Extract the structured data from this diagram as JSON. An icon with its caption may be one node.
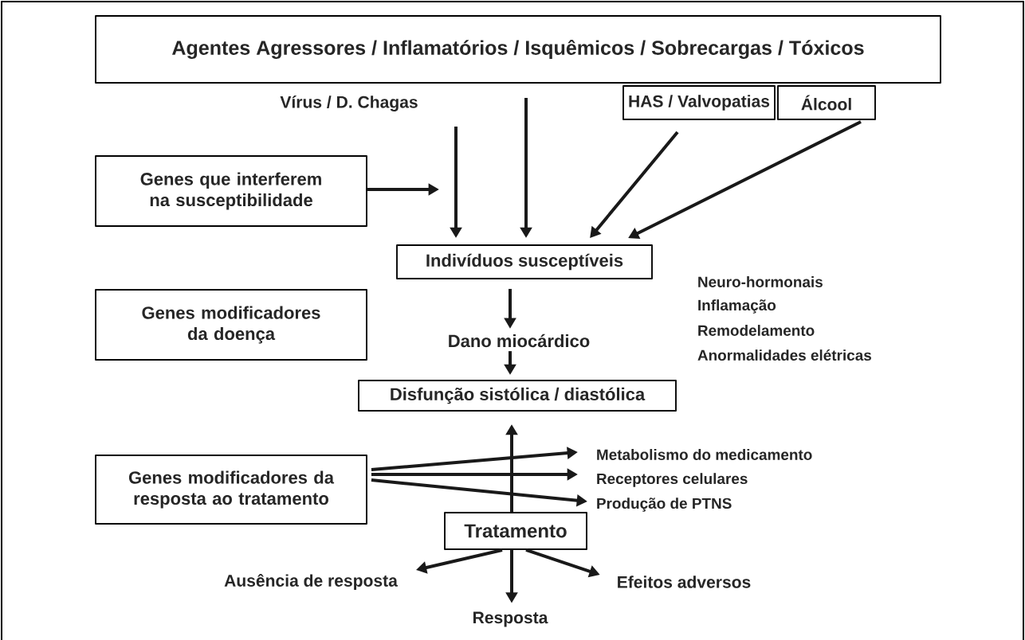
{
  "diagram": {
    "nodes": [
      {
        "text": [
          "Agentes Agressores / Inflamatórios / Isquêmicos / Sobrecargas / Tóxicos"
        ]
      },
      {
        "text": [
          "Vírus / D. Chagas"
        ]
      },
      {
        "text": [
          "HAS / Valvopatias"
        ]
      },
      {
        "text": [
          "Álcool"
        ]
      },
      {
        "text": [
          "Genes que interferem na susceptibilidade"
        ]
      },
      {
        "text": [
          "Indivíduos susceptíveis"
        ]
      },
      {
        "text": [
          "Genes modificadores da doença"
        ]
      },
      {
        "text": [
          "Dano miocárdico"
        ]
      },
      {
        "text": [
          "Disfunção sistólica / diastólica"
        ]
      },
      {
        "text": [
          "Genes modificadores da resposta ao tratamento"
        ]
      },
      {
        "text": [
          "Metabolismo do medicamento"
        ]
      },
      {
        "text": [
          "Receptores celulares"
        ]
      },
      {
        "text": [
          "Produção de PTNS"
        ]
      },
      {
        "text": [
          "Tratamento"
        ]
      },
      {
        "text": [
          "Ausência de resposta"
        ]
      },
      {
        "text": [
          "Efeitos adversos"
        ]
      },
      {
        "text": [
          "Resposta"
        ]
      }
    ],
    "edges": [
      {
        "from": 1,
        "to": 5,
        "arrow": "to"
      },
      {
        "from": 0,
        "to": 5,
        "arrow": "to"
      },
      {
        "from": 2,
        "to": 5,
        "arrow": "to"
      },
      {
        "from": 3,
        "to": 5,
        "arrow": "to"
      },
      {
        "from": 4,
        "to": null,
        "arrow": "to"
      },
      {
        "from": 5,
        "to": 7,
        "arrow": "to"
      },
      {
        "from": 7,
        "to": 8,
        "arrow": "to"
      },
      {
        "from": 13,
        "to": 8,
        "arrow": "to"
      },
      {
        "from": 9,
        "to": 10,
        "arrow": "to"
      },
      {
        "from": 9,
        "to": 11,
        "arrow": "to"
      },
      {
        "from": 9,
        "to": 12,
        "arrow": "to"
      },
      {
        "from": 13,
        "to": 14,
        "arrow": "to"
      },
      {
        "from": 13,
        "to": 16,
        "arrow": "to"
      },
      {
        "from": 13,
        "to": 15,
        "arrow": "to"
      }
    ],
    "labels": [
      "Neuro-hormonais",
      "Inflamação",
      "Remodelamento",
      "Anormalidades elétricas"
    ]
  }
}
